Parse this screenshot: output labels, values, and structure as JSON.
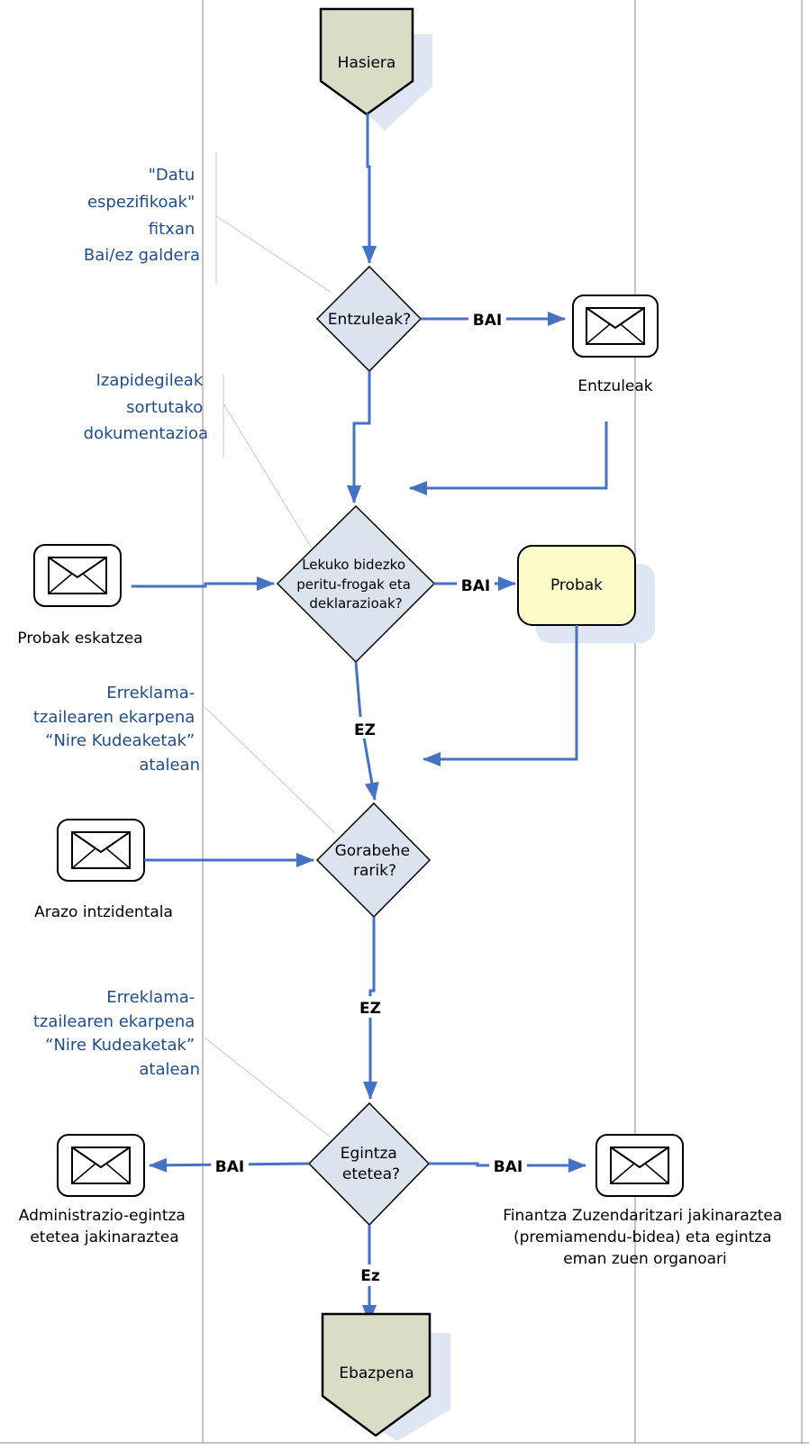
{
  "colors": {
    "flow": "#4472c4",
    "terminal_fill": "#dbdcc6",
    "decision_fill": "#dbe3ef",
    "shadow": "#dfe6f3",
    "task_fill": "#fdfcc8",
    "note_text": "#1f4e8c"
  },
  "start": {
    "label": "Hasiera"
  },
  "end": {
    "label": "Ebazpena"
  },
  "decisions": {
    "d1": {
      "label": "Entzuleak?"
    },
    "d2": {
      "lines": [
        "Lekuko bidezko",
        "peritu-frogak eta",
        "deklarazioak?"
      ]
    },
    "d3": {
      "lines": [
        "Gorabehe",
        "rarik?"
      ]
    },
    "d4": {
      "lines": [
        "Egintza",
        "etetea?"
      ]
    }
  },
  "task": {
    "label": "Probak"
  },
  "messages": {
    "m1": {
      "icon": "envelope-icon",
      "label": "Entzuleak"
    },
    "m2": {
      "icon": "envelope-icon",
      "label": "Probak eskatzea"
    },
    "m3": {
      "icon": "envelope-icon",
      "label": "Arazo intzidentala"
    },
    "m4": {
      "icon": "envelope-icon",
      "lines": [
        "Administrazio-egintza",
        "etetea jakinaraztea"
      ]
    },
    "m5": {
      "icon": "envelope-icon",
      "lines": [
        "Finantza Zuzendaritzari jakinaraztea",
        "(premiamendu-bidea) eta egintza",
        "eman zuen organoari"
      ]
    }
  },
  "annotations": {
    "a1": {
      "lines": [
        "\"Datu",
        "espezifikoak\"",
        "fitxan",
        "Bai/ez galdera"
      ]
    },
    "a2": {
      "lines": [
        "Izapidegileak",
        "sortutako",
        "dokumentazioa"
      ]
    },
    "a3": {
      "lines": [
        "Erreklama-",
        "tzailearen ekarpena",
        "“Nire Kudeaketak”",
        "atalean"
      ]
    },
    "a4": {
      "lines": [
        "Erreklama-",
        "tzailearen ekarpena",
        "“Nire Kudeaketak”",
        "atalean"
      ]
    }
  },
  "flow_labels": {
    "bai1": "BAI",
    "bai2": "BAI",
    "ez1": "EZ",
    "ez2": "EZ",
    "bai_left": "BAI",
    "bai_right": "BAI",
    "ez3": "Ez"
  }
}
